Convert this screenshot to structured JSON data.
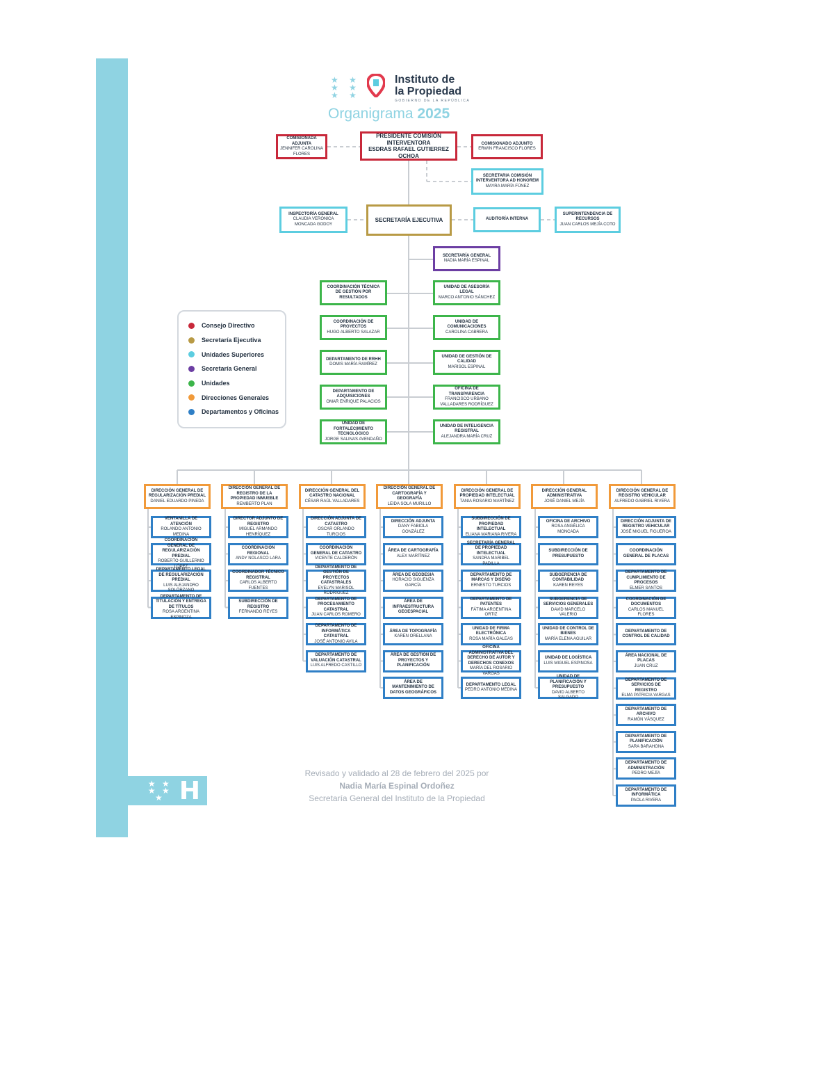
{
  "logo": {
    "name_line1": "Instituto de",
    "name_line2": "la Propiedad",
    "tagline": "GOBIERNO DE LA REPÚBLICA",
    "title_word": "Organigrama",
    "title_year": "2025",
    "stars": "★ ★ ★ ★ ★ ★"
  },
  "badge": {
    "stars": "★ ★ ★ ★ ★",
    "letter": "H"
  },
  "legend": [
    {
      "label": "Consejo Directivo",
      "color": "#c8283a"
    },
    {
      "label": "Secretaría Ejecutiva",
      "color": "#b89a45"
    },
    {
      "label": "Unidades Superiores",
      "color": "#5ccde0"
    },
    {
      "label": "Secretaría General",
      "color": "#6c3ea3"
    },
    {
      "label": "Unidades",
      "color": "#3cb54a"
    },
    {
      "label": "Direcciones Generales",
      "color": "#f19a3a"
    },
    {
      "label": "Departamentos y Oficinas",
      "color": "#2f7fc6"
    }
  ],
  "top": {
    "president": {
      "title": "PRESIDENTE COMISIÓN INTERVENTORA",
      "name": "ESDRAS RAFAEL GUTIERREZ OCHOA"
    },
    "left": {
      "title": "COMISIONADA ADJUNTA",
      "name": "JENNIFER CAROLINA FLORES"
    },
    "right": {
      "title": "COMISIONADO ADJUNTO",
      "name": "ERWIN FRANCISCO FLORES"
    },
    "secretary": {
      "title": "SECRETARIA COMISIÓN INTERVENTORA AD HONOREM",
      "name": "MAYRA MARÍA FÚNEZ"
    },
    "inspectoria": {
      "title": "INSPECTORÍA GENERAL",
      "name": "CLAUDIA VERÓNICA MONCADA GODOY"
    },
    "executive": {
      "title": "SECRETARÍA EJECUTIVA"
    },
    "audit": {
      "title": "AUDITORÍA INTERNA"
    },
    "superintend": {
      "title": "SUPERINTENDENCIA DE RECURSOS",
      "name": "JUAN CARLOS MEJÍA COTO"
    },
    "general_sec": {
      "title": "SECRETARÍA GENERAL",
      "name": "NADIA MARÍA ESPINAL"
    }
  },
  "units_left": [
    {
      "title": "COORDINACIÓN TÉCNICA DE GESTIÓN POR RESULTADOS",
      "name": ""
    },
    {
      "title": "COORDINACIÓN DE PROYECTOS",
      "name": "HUGO ALBERTO SALAZAR"
    },
    {
      "title": "DEPARTAMENTO DE RRHH",
      "name": "DOMIS MARÍA RAMÍREZ"
    },
    {
      "title": "DEPARTAMENTO DE ADQUISICIONES",
      "name": "OMAR ENRIQUE PALACIOS"
    },
    {
      "title": "UNIDAD DE FORTALECIMIENTO TECNOLÓGICO",
      "name": "JORGE SALINAS AVENDAÑO"
    }
  ],
  "units_right": [
    {
      "title": "UNIDAD DE ASESORÍA LEGAL",
      "name": "MARCO ANTONIO SÁNCHEZ"
    },
    {
      "title": "UNIDAD DE COMUNICACIONES",
      "name": "CAROLINA CABRERA"
    },
    {
      "title": "UNIDAD DE GESTIÓN DE CALIDAD",
      "name": "MARISOL ESPINAL"
    },
    {
      "title": "OFICINA DE TRANSPARENCIA",
      "name": "FRANCISCO URBANO VALLADARES RODRÍGUEZ"
    },
    {
      "title": "UNIDAD DE INTELIGENCIA REGISTRAL",
      "name": "ALEJANDRA MARÍA CRUZ"
    }
  ],
  "directions": [
    {
      "title": "DIRECCIÓN GENERAL DE REGULARIZACIÓN PREDIAL",
      "name": "DANIEL EDUARDO PINEDA",
      "children": [
        {
          "title": "VENTANILLA DE ATENCIÓN",
          "name": "ROLANDO ANTONIO MEDINA"
        },
        {
          "title": "COORDINACIÓN GENERAL DE REGULARIZACIÓN PREDIAL",
          "name": "ROBERTO GUILLERMO LÓPEZ"
        },
        {
          "title": "DEPARTAMENTO LEGAL DE REGULARIZACIÓN PREDIAL",
          "name": "LUIS ALEJANDRO SOLÓRZANO"
        },
        {
          "title": "DEPARTAMENTO DE TITULACIÓN Y ENTREGA DE TÍTULOS",
          "name": "ROSA ARGENTINA ESPINOZA"
        }
      ]
    },
    {
      "title": "DIRECCIÓN GENERAL DE REGISTRO DE LA PROPIEDAD INMUEBLE",
      "name": "REMBERTO PLAN",
      "children": [
        {
          "title": "DIRECTOR ADJUNTO DE REGISTRO",
          "name": "MIGUEL ARMANDO HENRÍQUEZ"
        },
        {
          "title": "COORDINACIÓN REGIONAL",
          "name": "ANDY NOLASCO LARA"
        },
        {
          "title": "COORDINADOR TÉCNICO REGISTRAL",
          "name": "CARLOS ALBERTO FUENTES"
        },
        {
          "title": "SUBDIRECCIÓN DE REGISTRO",
          "name": "FERNANDO REYES"
        }
      ]
    },
    {
      "title": "DIRECCIÓN GENERAL DEL CATASTRO NACIONAL",
      "name": "CÉSAR RAÚL VALLADARES",
      "children": [
        {
          "title": "DIRECCIÓN ADJUNTA DE CATASTRO",
          "name": "OSCAR ORLANDO TURCIOS"
        },
        {
          "title": "COORDINACIÓN GENERAL DE CATASTRO",
          "name": "VICENTE CALDERÓN"
        },
        {
          "title": "DEPARTAMENTO DE GESTIÓN DE PROYECTOS CATASTRALES",
          "name": "EVELYN MARISOL RODRÍGUEZ"
        },
        {
          "title": "DEPARTAMENTO DE PROCESAMIENTO CATASTRAL",
          "name": "JUAN CARLOS ROMERO"
        },
        {
          "title": "DEPARTAMENTO DE INFORMÁTICA CATASTRAL",
          "name": "JOSÉ ANTONIO AVILA"
        },
        {
          "title": "DEPARTAMENTO DE VALUACIÓN CATASTRAL",
          "name": "LUIS ALFREDO CASTILLO"
        }
      ]
    },
    {
      "title": "DIRECCIÓN GENERAL DE CARTOGRAFÍA Y GEOGRAFÍA",
      "name": "LEIDA SOLA MURILLO",
      "children": [
        {
          "title": "DIRECCIÓN ADJUNTA",
          "name": "DANY FABIOLA GONZÁLEZ"
        },
        {
          "title": "ÁREA DE CARTOGRAFÍA",
          "name": "ALEX MARTÍNEZ"
        },
        {
          "title": "ÁREA DE GEODESIA",
          "name": "HORACIO SIGUENZA GARCÍA"
        },
        {
          "title": "ÁREA DE INFRAESTRUCTURA GEOESPACIAL",
          "name": ""
        },
        {
          "title": "ÁREA DE TOPOGRAFÍA",
          "name": "KAREN ORELLANA"
        },
        {
          "title": "ÁREA DE GESTIÓN DE PROYECTOS Y PLANIFICACIÓN",
          "name": ""
        },
        {
          "title": "ÁREA DE MANTENIMIENTO DE DATOS GEOGRÁFICOS",
          "name": ""
        }
      ]
    },
    {
      "title": "DIRECCIÓN GENERAL DE PROPIEDAD INTELECTUAL",
      "name": "TANIA ROSARIO MARTÍNEZ",
      "children": [
        {
          "title": "SUBDIRECCIÓN DE PROPIEDAD INTELECTUAL",
          "name": "ELIANA MARIANA RIVERA"
        },
        {
          "title": "SECRETARÍA GENERAL DE PROPIEDAD INTELECTUAL",
          "name": "SANDRA MARIBEL PADILLA"
        },
        {
          "title": "DEPARTAMENTO DE MARCAS Y DISEÑO",
          "name": "ERNESTO TURCIOS"
        },
        {
          "title": "DEPARTAMENTO DE PATENTES",
          "name": "FÁTIMA ARGENTINA ORTIZ"
        },
        {
          "title": "UNIDAD DE FIRMA ELECTRÓNICA",
          "name": "ROSA MARÍA GALEAS"
        },
        {
          "title": "OFICINA ADMINISTRATIVA DEL DERECHO DE AUTOR Y DERECHOS CONEXOS",
          "name": "MARÍA DEL ROSARIO VARGAS"
        },
        {
          "title": "DEPARTAMENTO LEGAL",
          "name": "PEDRO ANTONIO MEDINA"
        }
      ]
    },
    {
      "title": "DIRECCIÓN GENERAL ADMINISTRATIVA",
      "name": "JOSÉ DANIEL MEJÍA",
      "children": [
        {
          "title": "OFICINA DE ARCHIVO",
          "name": "ROSA ANGÉLICA MONCADA"
        },
        {
          "title": "SUBDIRECCIÓN DE PRESUPUESTO",
          "name": ""
        },
        {
          "title": "SUBGERENCIA DE CONTABILIDAD",
          "name": "KAREN REYES"
        },
        {
          "title": "SUBGERENCIA DE SERVICIOS GENERALES",
          "name": "DAVID MARCELO VALERIO"
        },
        {
          "title": "UNIDAD DE CONTROL DE BIENES",
          "name": "MARÍA ELENA AGUILAR"
        },
        {
          "title": "UNIDAD DE LOGÍSTICA",
          "name": "LUIS MIGUEL ESPINOSA"
        },
        {
          "title": "UNIDAD DE PLANIFICACIÓN Y PRESUPUESTO",
          "name": "DAVID ALBERTO SALGADO"
        }
      ]
    },
    {
      "title": "DIRECCIÓN GENERAL DE REGISTRO VEHICULAR",
      "name": "ALFREDO GABRIEL RIVERA",
      "children": [
        {
          "title": "DIRECCIÓN ADJUNTA DE REGISTRO VEHICULAR",
          "name": "JOSÉ MIGUEL FIGUEROA"
        },
        {
          "title": "COORDINACIÓN GENERAL DE PLACAS",
          "name": ""
        },
        {
          "title": "DEPARTAMENTO DE CUMPLIMIENTO DE PROCESOS",
          "name": "ELMER SANTOS"
        },
        {
          "title": "COORDINACIÓN DE DOCUMENTOS",
          "name": "CARLOS MANUEL FLORES"
        },
        {
          "title": "DEPARTAMENTO DE CONTROL DE CALIDAD",
          "name": ""
        },
        {
          "title": "ÁREA NACIONAL DE PLACAS",
          "name": "JUAN CRUZ"
        },
        {
          "title": "DEPARTAMENTO DE SERVICIOS DE REGISTRO",
          "name": "ELMA PATRICIA VARGAS"
        },
        {
          "title": "DEPARTAMENTO DE ARCHIVO",
          "name": "RAMÓN VÁSQUEZ"
        },
        {
          "title": "DEPARTAMENTO DE PLANIFICACIÓN",
          "name": "SARA BARAHONA"
        },
        {
          "title": "DEPARTAMENTO DE ADMINISTRACIÓN",
          "name": "PEDRO MEJÍA"
        },
        {
          "title": "DEPARTAMENTO DE INFORMÁTICA",
          "name": "PAOLA RIVERA"
        }
      ]
    }
  ],
  "footer": {
    "line1": "Revisado y validado al 28 de febrero del 2025 por",
    "line2": "Nadia María Espinal Ordoñez",
    "line3": "Secretaría General del Instituto de la Propiedad"
  }
}
